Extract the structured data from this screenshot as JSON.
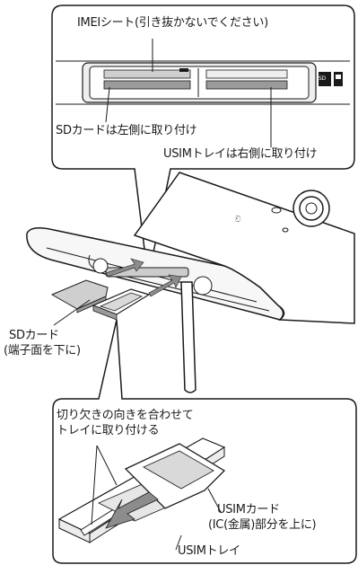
{
  "labels": {
    "imei_sheet": "IMEIシート(引き抜かないでください)",
    "sd_side": "SDカードは左側に取り付け",
    "usim_tray_side": "USIMトレイは右側に取り付け",
    "sd_card_line1": "SDカード",
    "sd_card_line2": "(端子面を下に)",
    "align_notch_line1": "切り欠きの向きを合わせて",
    "align_notch_line2": "トレイに取り付ける",
    "usim_card_line1": "USIMカード",
    "usim_card_line2": "(IC(金属)部分を上に)",
    "usim_tray": "USIMトレイ",
    "sd_icon_text": "SD"
  },
  "colors": {
    "line": "#1a1a1a",
    "gray": "#8a8a8a",
    "light_gray": "#d9d9d9",
    "arrow": "#8c8c8c"
  }
}
